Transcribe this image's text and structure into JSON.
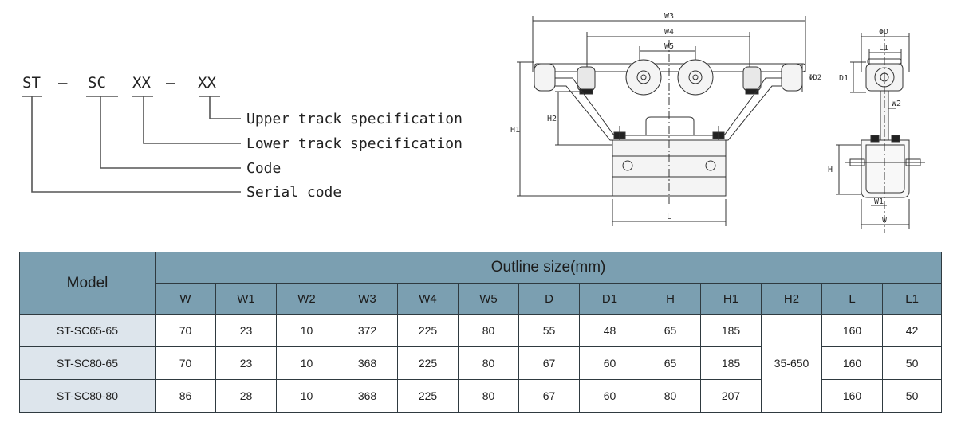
{
  "code_diagram": {
    "code_parts": [
      "ST",
      "—",
      "SC",
      "XX",
      "—",
      "XX"
    ],
    "labels": [
      "Upper track specification",
      "Lower track specification",
      "Code",
      "Serial code"
    ]
  },
  "drawing": {
    "front_view_dims": [
      "W3",
      "W4",
      "W5",
      "ΦD2",
      "H2",
      "H1",
      "L"
    ],
    "side_view_dims": [
      "ΦD",
      "L1",
      "D1",
      "W2",
      "H",
      "W1",
      "W"
    ]
  },
  "table": {
    "model_header": "Model",
    "group_header": "Outline size(mm)",
    "columns": [
      "W",
      "W1",
      "W2",
      "W3",
      "W4",
      "W5",
      "D",
      "D1",
      "H",
      "H1",
      "H2",
      "L",
      "L1"
    ],
    "rows": [
      {
        "model": "ST-SC65-65",
        "W": "70",
        "W1": "23",
        "W2": "10",
        "W3": "372",
        "W4": "225",
        "W5": "80",
        "D": "55",
        "D1": "48",
        "H": "65",
        "H1": "185",
        "L": "160",
        "L1": "42"
      },
      {
        "model": "ST-SC80-65",
        "W": "70",
        "W1": "23",
        "W2": "10",
        "W3": "368",
        "W4": "225",
        "W5": "80",
        "D": "67",
        "D1": "60",
        "H": "65",
        "H1": "185",
        "L": "160",
        "L1": "50"
      },
      {
        "model": "ST-SC80-80",
        "W": "86",
        "W1": "28",
        "W2": "10",
        "W3": "368",
        "W4": "225",
        "W5": "80",
        "D": "67",
        "D1": "60",
        "H": "80",
        "H1": "207",
        "L": "160",
        "L1": "50"
      }
    ],
    "h2_merged": "35-650"
  },
  "colors": {
    "header_bg": "#7b9fb1",
    "model_cell_bg": "#dde5ec",
    "border": "#2f3a40"
  }
}
